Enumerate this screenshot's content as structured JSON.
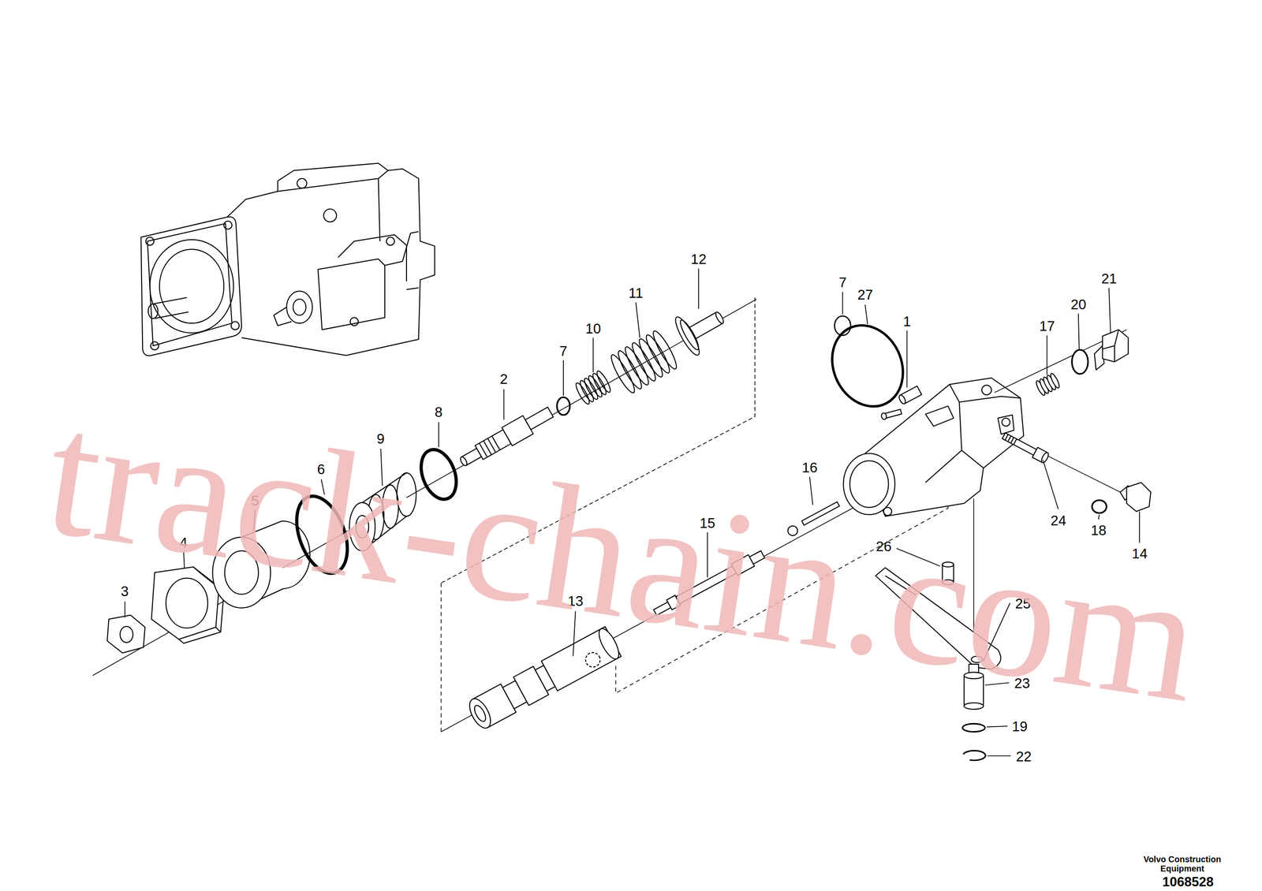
{
  "diagram": {
    "labels": [
      "12",
      "11",
      "10",
      "7",
      "2",
      "8",
      "9",
      "6",
      "5",
      "4",
      "3",
      "7",
      "27",
      "1",
      "21",
      "20",
      "17",
      "16",
      "15",
      "13",
      "26",
      "24",
      "18",
      "14",
      "25",
      "23",
      "19",
      "22",
      "track-chain.com",
      "Volvo Construction Equipment",
      "1068528"
    ]
  }
}
